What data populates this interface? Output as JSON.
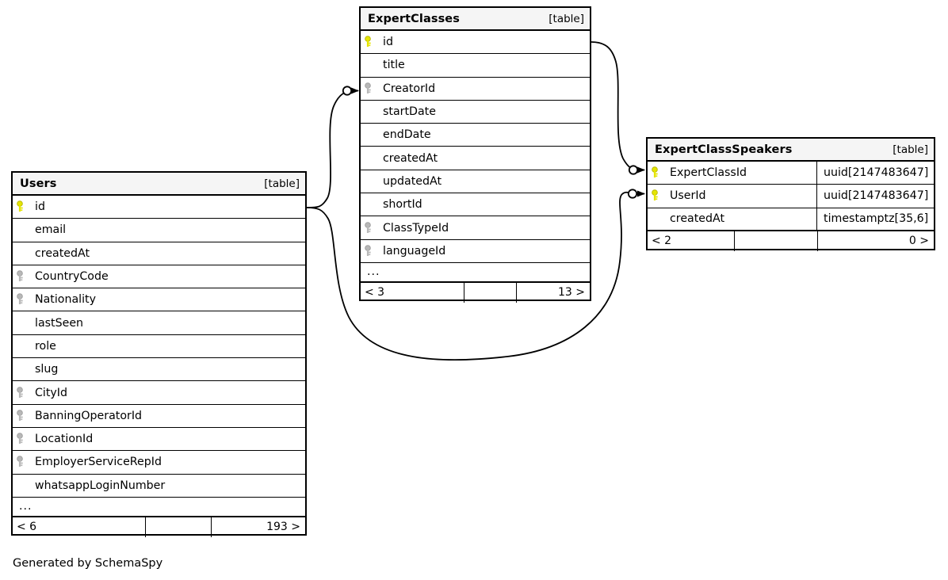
{
  "diagram": {
    "type": "entity-relationship-diagram",
    "generator_credit": "Generated by SchemaSpy",
    "table_kind_label": "[table]",
    "ellipsis": "...",
    "key_icons": {
      "primary_key": "key-icon-primary",
      "foreign_key": "key-icon-foreign",
      "primary_key_color": "#e5e500",
      "foreign_key_color": "#b3b3b3"
    },
    "colors": {
      "background": "#ffffff",
      "border": "#000000",
      "header_fill": "#f5f5f5",
      "text": "#000000"
    }
  },
  "tables": {
    "users": {
      "name": "Users",
      "kind": "[table]",
      "columns": [
        {
          "name": "id",
          "key": "primary"
        },
        {
          "name": "email",
          "key": "none"
        },
        {
          "name": "createdAt",
          "key": "none"
        },
        {
          "name": "CountryCode",
          "key": "foreign"
        },
        {
          "name": "Nationality",
          "key": "foreign"
        },
        {
          "name": "lastSeen",
          "key": "none"
        },
        {
          "name": "role",
          "key": "none"
        },
        {
          "name": "slug",
          "key": "none"
        },
        {
          "name": "CityId",
          "key": "foreign"
        },
        {
          "name": "BanningOperatorId",
          "key": "foreign"
        },
        {
          "name": "LocationId",
          "key": "foreign"
        },
        {
          "name": "EmployerServiceRepId",
          "key": "foreign"
        },
        {
          "name": "whatsappLoginNumber",
          "key": "none"
        }
      ],
      "more_indicator": "...",
      "footer": {
        "left": "< 6",
        "middle": "",
        "right": "193 >"
      }
    },
    "expertclasses": {
      "name": "ExpertClasses",
      "kind": "[table]",
      "columns": [
        {
          "name": "id",
          "key": "primary"
        },
        {
          "name": "title",
          "key": "none"
        },
        {
          "name": "CreatorId",
          "key": "foreign"
        },
        {
          "name": "startDate",
          "key": "none"
        },
        {
          "name": "endDate",
          "key": "none"
        },
        {
          "name": "createdAt",
          "key": "none"
        },
        {
          "name": "updatedAt",
          "key": "none"
        },
        {
          "name": "shortId",
          "key": "none"
        },
        {
          "name": "ClassTypeId",
          "key": "foreign"
        },
        {
          "name": "languageId",
          "key": "foreign"
        }
      ],
      "more_indicator": "...",
      "footer": {
        "left": "< 3",
        "middle": "",
        "right": "13 >"
      }
    },
    "expertclassspeakers": {
      "name": "ExpertClassSpeakers",
      "kind": "[table]",
      "columns": [
        {
          "name": "ExpertClassId",
          "key": "primary",
          "type": "uuid[2147483647]"
        },
        {
          "name": "UserId",
          "key": "primary",
          "type": "uuid[2147483647]"
        },
        {
          "name": "createdAt",
          "key": "none",
          "type": "timestamptz[35,6]"
        }
      ],
      "footer": {
        "left": "< 2",
        "middle": "",
        "right": "0 >"
      }
    }
  },
  "relationships": [
    {
      "name": "users-id-to-expertclasses-creatorid",
      "from": "Users.id",
      "to": "ExpertClasses.CreatorId"
    },
    {
      "name": "expertclasses-id-to-speakers-expertclassid",
      "from": "ExpertClasses.id",
      "to": "ExpertClassSpeakers.ExpertClassId"
    },
    {
      "name": "users-id-to-speakers-userid",
      "from": "Users.id",
      "to": "ExpertClassSpeakers.UserId"
    }
  ]
}
